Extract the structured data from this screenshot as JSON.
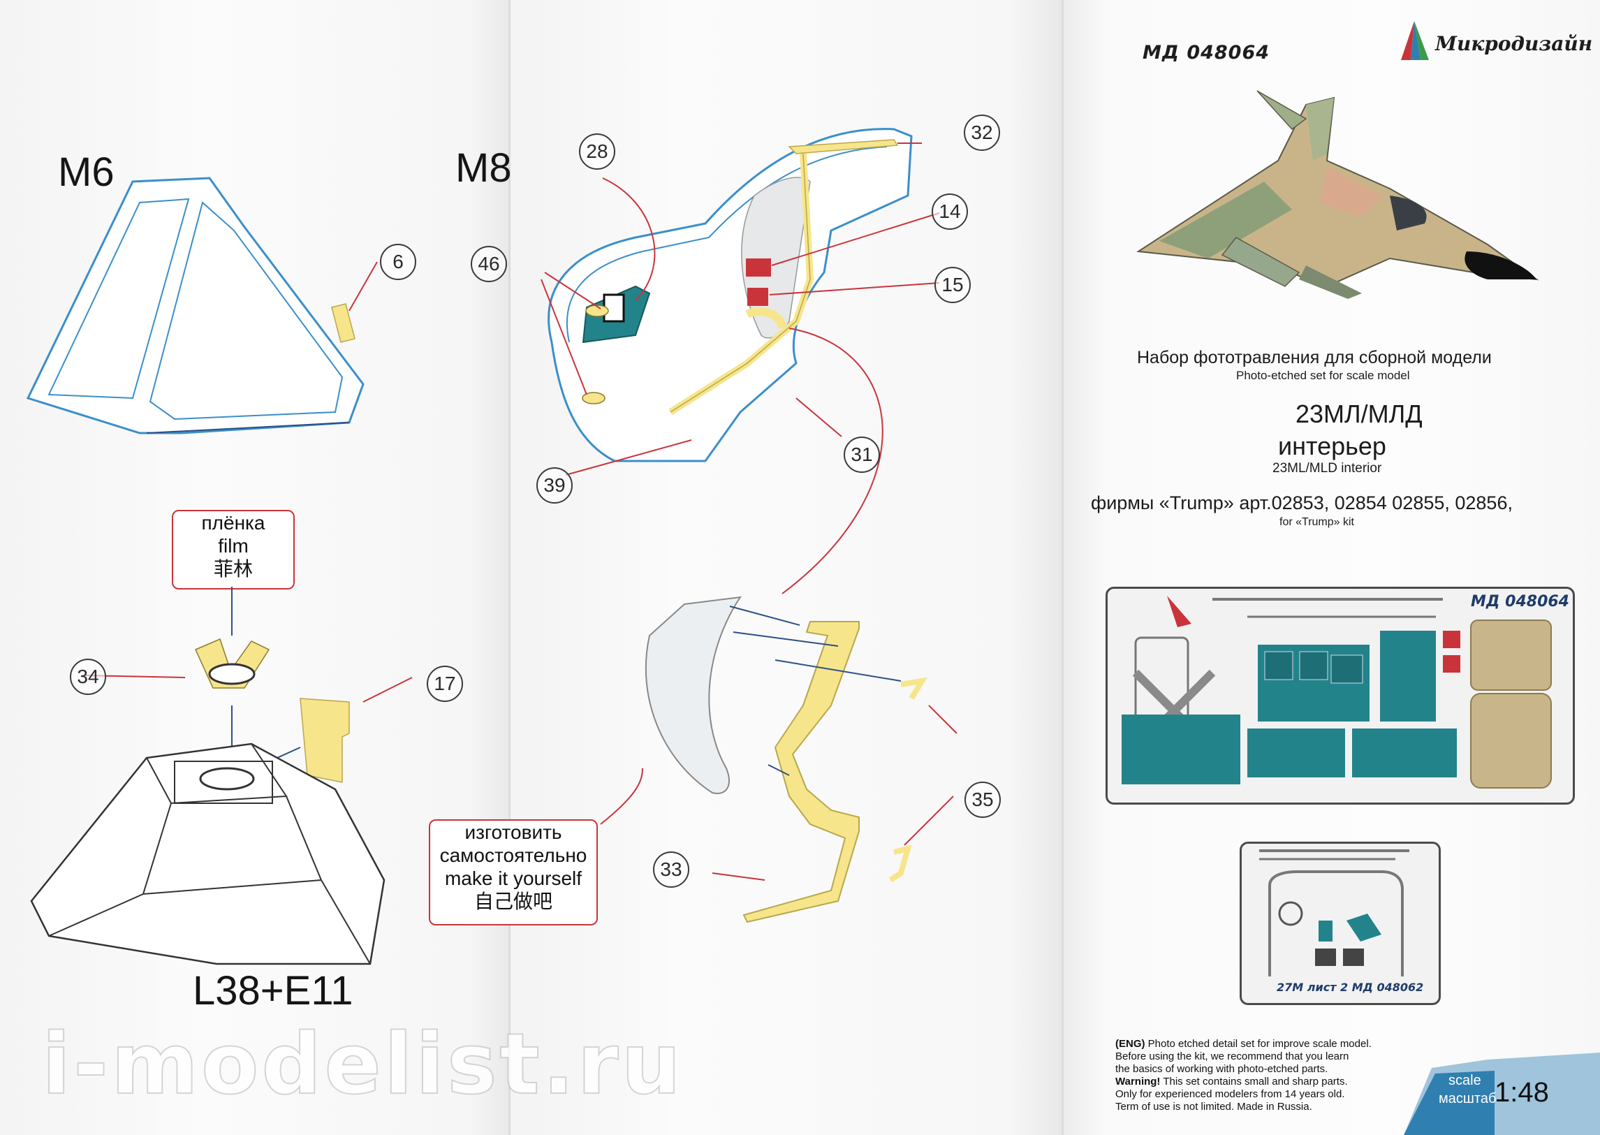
{
  "diagrams": {
    "m6": {
      "label": "M6"
    },
    "m8": {
      "label": "M8"
    },
    "l38": {
      "label": "L38+E11"
    }
  },
  "callouts": [
    "6",
    "28",
    "32",
    "46",
    "14",
    "15",
    "31",
    "39",
    "34",
    "17",
    "35",
    "33"
  ],
  "notes": {
    "film": {
      "ru": "плёнка",
      "en": "film",
      "zh": "菲林"
    },
    "diy": {
      "ru1": "изготовить",
      "ru2": "самостоятельно",
      "en": "make it yourself",
      "zh": "自己做吧"
    }
  },
  "brand": {
    "code": "МД 048064",
    "name": "Микродизайн"
  },
  "description": {
    "ru_subtitle": "Набор фототравления для сборной модели",
    "en_subtitle": "Photo-etched set for scale model",
    "model": "23МЛ/МЛД",
    "interior_ru": "интерьер",
    "interior_en": "23ML/MLD interior",
    "firm_ru": "фирмы «Trump» арт.02853, 02854 02855, 02856,",
    "for_kit_en": "for «Trump» kit"
  },
  "frets": {
    "main_label": "МД 048064",
    "second_label": "27М   лист 2  МД 048062"
  },
  "warning": {
    "eng_tag": "(ENG)",
    "line1": " Photo etched detail set for improve scale model.",
    "line2": "Before using the kit, we recommend that you learn",
    "line3": "the basics of working with photo-etched parts.",
    "warn_tag": "Warning!",
    "line4": " This set contains small and sharp parts.",
    "line5": "Only for experienced modelers from 14 years old.",
    "line6": "Term of use is not limited. Made in Russia."
  },
  "scale": {
    "word_en": "scale",
    "word_ru": "масштаб",
    "value": "1:48"
  },
  "watermark": "i-modelist.ru",
  "colors": {
    "outline_blue": "#3a8fc9",
    "etch_yellow": "#f7e58c",
    "etch_teal": "#23838b",
    "accent_red": "#c9343a",
    "scale_band": "#2f7fb0"
  }
}
